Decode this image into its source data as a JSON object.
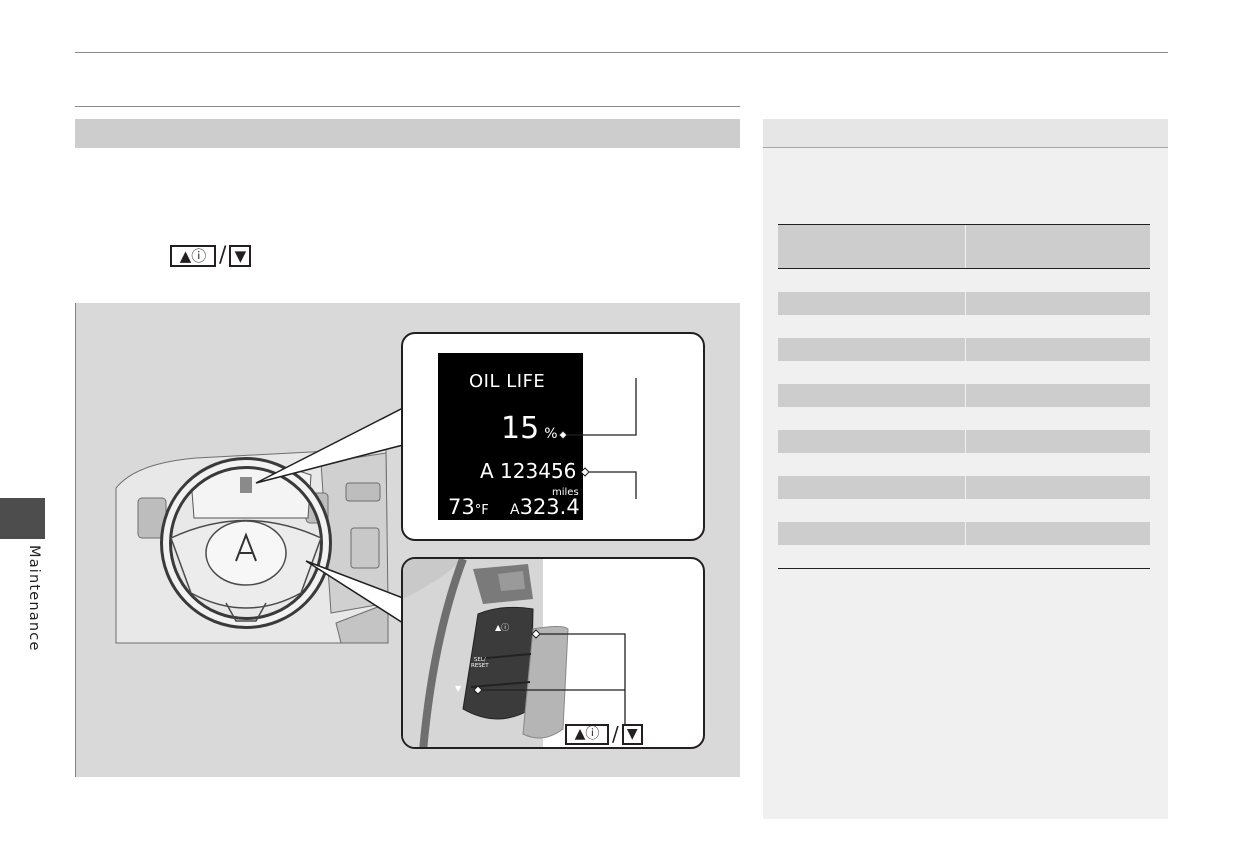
{
  "intro": {
    "buttons": {
      "up_label": "▲ⓘ",
      "slash": "/",
      "down_label": "▼"
    }
  },
  "figure": {
    "display": {
      "title": "OIL LIFE",
      "percent_value": "15",
      "percent_unit": "%",
      "odometer": "A 123456",
      "temp_value": "73",
      "temp_unit": "°F",
      "trip_prefix": "A",
      "trip_value": "323.4",
      "trip_unit": "miles"
    },
    "wheel_buttons": {
      "info_label": "▲ⓘ",
      "sel_reset_label": "SEL/\nRESET",
      "down_label": "▼"
    },
    "callout": {
      "up_label": "▲ⓘ",
      "slash": "/",
      "down_label": "▼"
    }
  },
  "sidebar": {
    "chapter_label": "Maintenance"
  },
  "colors": {
    "header_bar": "#cdcdcd",
    "figure_bg": "#d9d9d9",
    "panel_bg": "#f0f0f0",
    "tab": "#4d4d4d"
  }
}
